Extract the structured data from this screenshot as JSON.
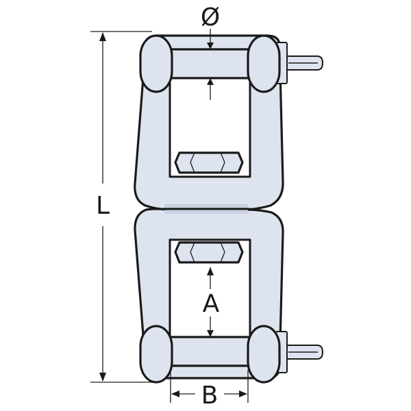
{
  "diagram": {
    "labels": {
      "diameter": "Ø",
      "length": "L",
      "inner_length": "A",
      "inner_width": "B"
    }
  }
}
